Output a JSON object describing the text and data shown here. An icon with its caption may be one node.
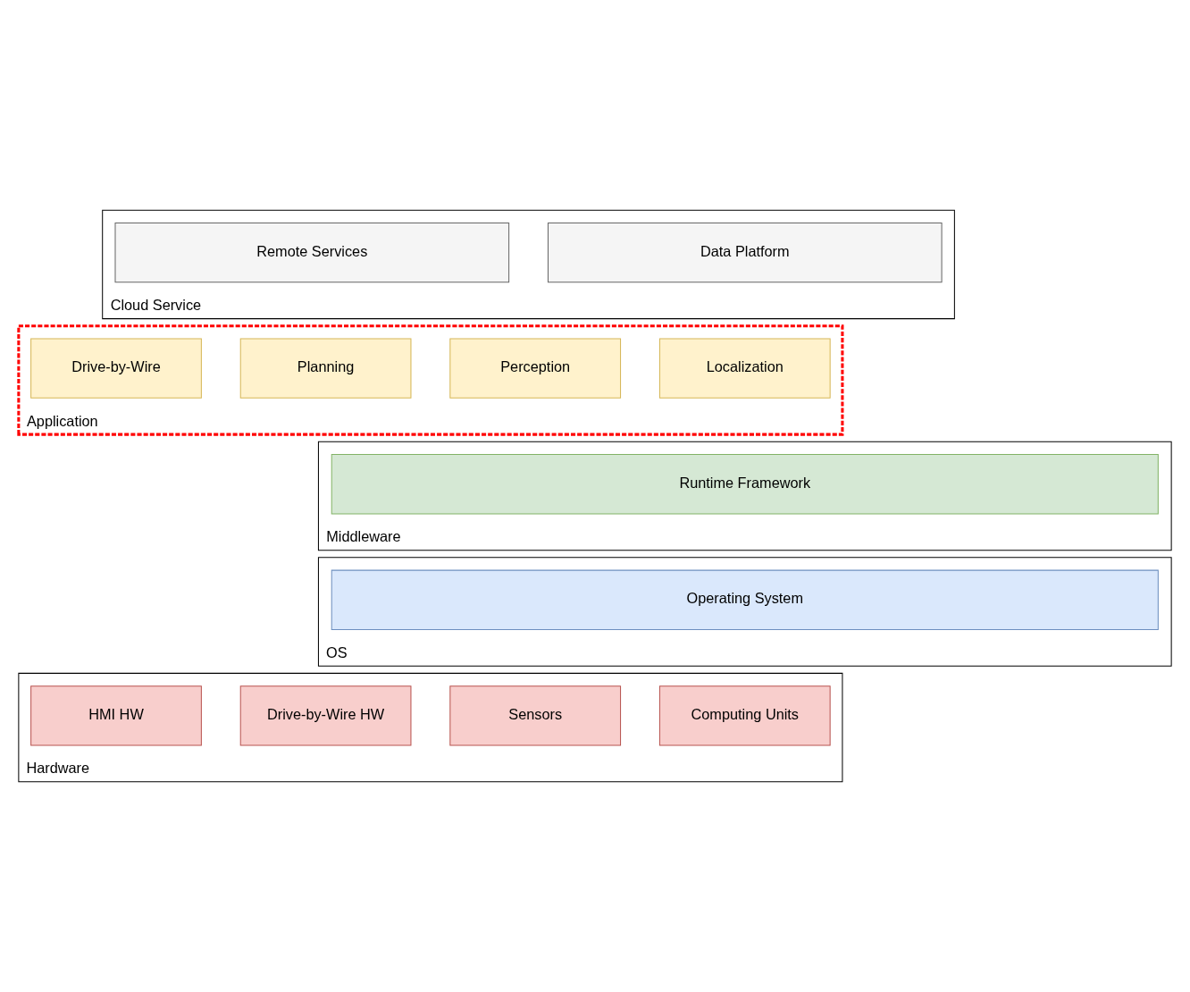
{
  "diagram": {
    "nodes": [
      {
        "text": [
          "Cloud Service"
        ]
      },
      {
        "text": [
          "Data Platform"
        ],
        "in": 0
      },
      {
        "text": [
          "Remote Services"
        ],
        "in": 0
      },
      {
        "text": [
          "Application"
        ]
      },
      {
        "text": [
          "Localization"
        ],
        "in": 3
      },
      {
        "text": [
          "Perception"
        ],
        "in": 3
      },
      {
        "text": [
          "Planning"
        ],
        "in": 3
      },
      {
        "text": [
          "Drive-by-Wire"
        ],
        "in": 3
      },
      {
        "text": [
          "Middleware"
        ]
      },
      {
        "text": [
          "Runtime Framework"
        ],
        "in": 8
      },
      {
        "text": [
          "OS"
        ]
      },
      {
        "text": [
          "Operating System"
        ],
        "in": 10
      },
      {
        "text": [
          "Hardware"
        ]
      },
      {
        "text": [
          "Computing Units"
        ],
        "in": 12
      },
      {
        "text": [
          "Sensors"
        ],
        "in": 12
      },
      {
        "text": [
          "Drive-by-Wire HW"
        ],
        "in": 12
      },
      {
        "text": [
          "HMI HW"
        ],
        "in": 12
      }
    ],
    "edges": []
  }
}
